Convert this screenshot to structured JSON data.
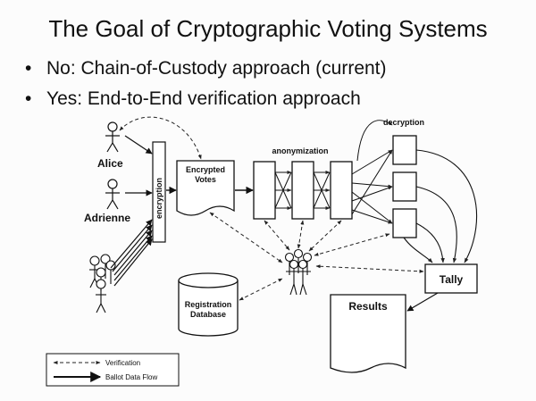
{
  "slide": {
    "title": "The Goal of Cryptographic Voting Systems",
    "bullets": [
      "No: Chain-of-Custody approach (current)",
      "Yes: End-to-End verification approach"
    ]
  },
  "diagram": {
    "voters": [
      "Alice",
      "Adrienne"
    ],
    "encryption_label": "encryption",
    "encrypted_votes_lines": [
      "Encrypted",
      "Votes"
    ],
    "anonymization_label": "anonymization",
    "decryption_label": "decryption",
    "registration_lines": [
      "Registration",
      "Database"
    ],
    "tally_label": "Tally",
    "results_label": "Results",
    "legend": {
      "verification": "Verification",
      "ballot_flow": "Ballot Data Flow"
    }
  }
}
